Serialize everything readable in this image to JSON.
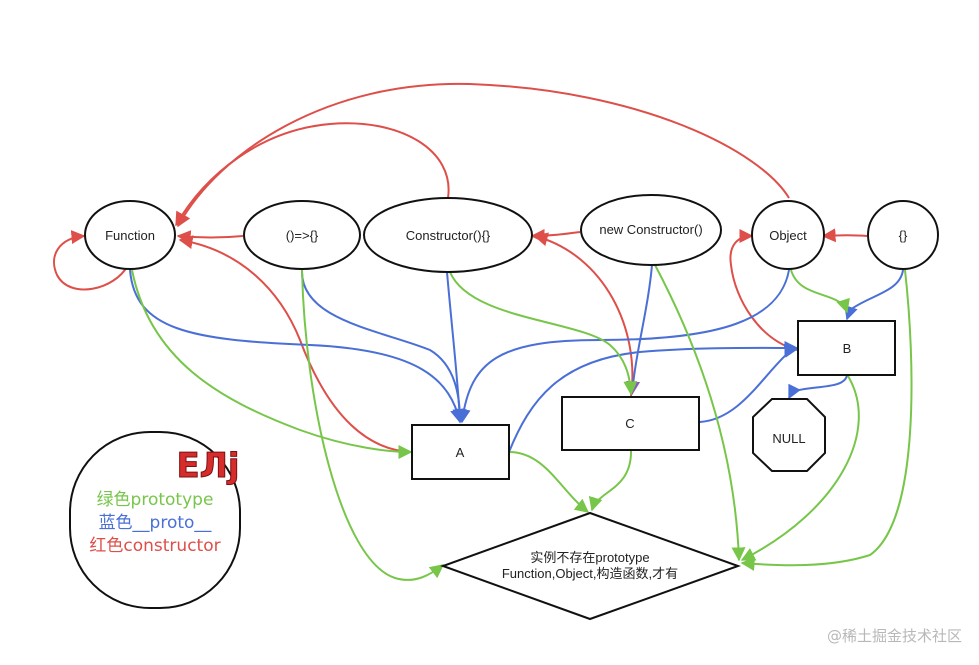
{
  "nodes": {
    "function": "Function",
    "arrow_fn": "()=>{}",
    "constructor_fn": "Constructor(){}",
    "new_constructor": "new Constructor()",
    "object": "Object",
    "object_literal": "{}",
    "a": "A",
    "b": "B",
    "c": "C",
    "null": "NULL",
    "diamond_line1": "实例不存在prototype",
    "diamond_line2": "Function,Object,构造函数,才有"
  },
  "legend": {
    "logo_text": "ЕЛј",
    "green": "绿色prototype",
    "blue": "蓝色__proto__",
    "red": "红色constructor"
  },
  "watermark": "@稀土掘金技术社区",
  "colors": {
    "prototype": "#77c64a",
    "proto": "#4a6fd6",
    "constructor": "#de4f4a",
    "logo": "#d62c2c"
  }
}
